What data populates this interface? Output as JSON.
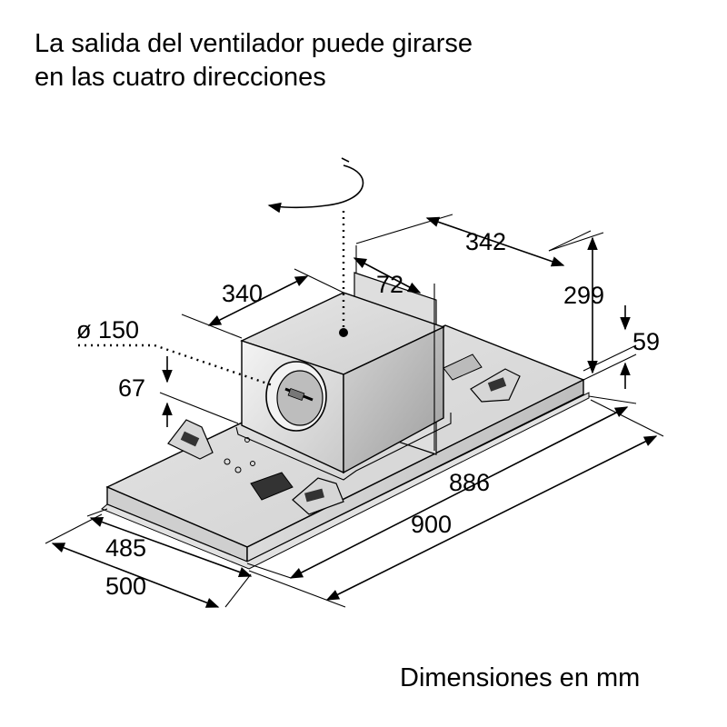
{
  "title": {
    "line1": "La salida del ventilador puede girarse",
    "line2": "en las cuatro direcciones"
  },
  "footer": "Dimensiones en mm",
  "dimensions": {
    "d342": "342",
    "d299": "299",
    "d340": "340",
    "d72": "72",
    "d59": "59",
    "d150": "ø 150",
    "d67": "67",
    "d886": "886",
    "d900": "900",
    "d485": "485",
    "d500": "500"
  }
}
